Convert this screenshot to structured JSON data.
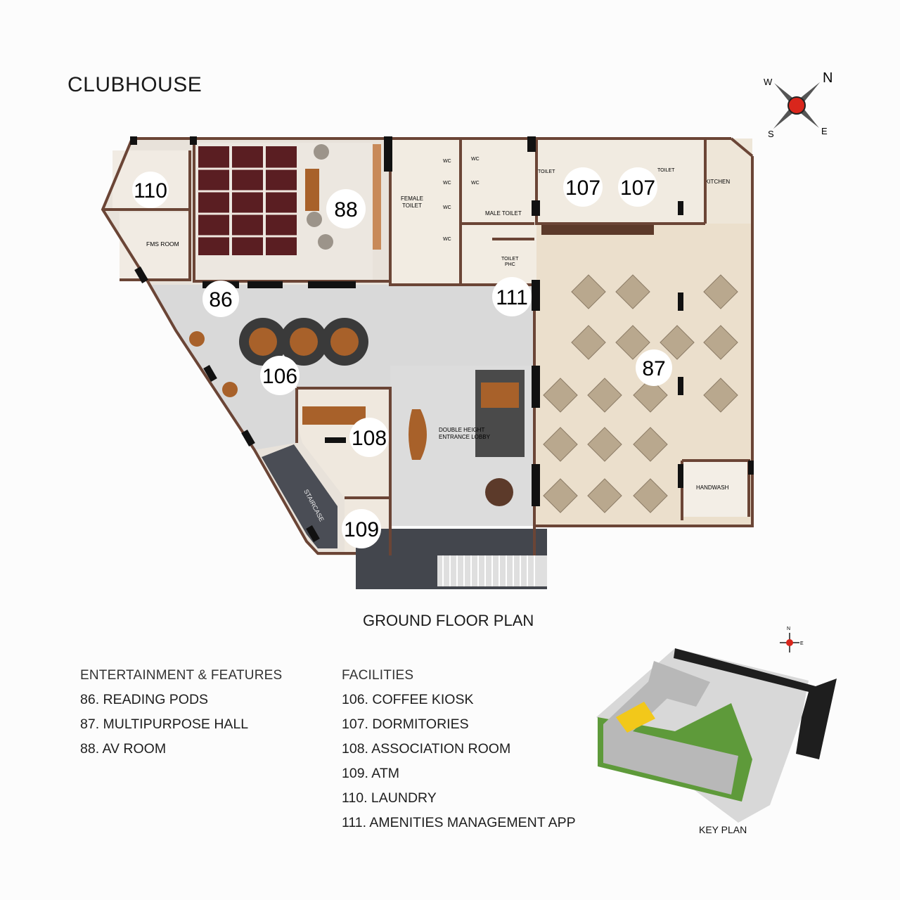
{
  "title": "CLUBHOUSE",
  "subtitle": "GROUND FLOOR PLAN",
  "compass": {
    "n": "N",
    "e": "E",
    "s": "S",
    "w": "W"
  },
  "room_labels": {
    "fms_room": "FMS ROOM",
    "female_toilet_1": "FEMALE",
    "female_toilet_2": "TOILET",
    "male_toilet": "MALE TOILET",
    "wc": "WC",
    "toilet": "TOILET",
    "toilet_phc_1": "TOILET",
    "toilet_phc_2": "PHC",
    "kitchen": "KITCHEN",
    "handwash": "HANDWASH",
    "lobby_1": "DOUBLE HEIGHT",
    "lobby_2": "ENTRANCE LOBBY",
    "staircase": "STAIRCASE"
  },
  "markers": {
    "m110": "110",
    "m88": "88",
    "m107a": "107",
    "m107b": "107",
    "m86": "86",
    "m111": "111",
    "m106": "106",
    "m87": "87",
    "m108": "108",
    "m109": "109"
  },
  "legend": {
    "entertainment": {
      "heading": "ENTERTAINMENT & FEATURES",
      "items": [
        "86. READING PODS",
        "87. MULTIPURPOSE HALL",
        "88. AV ROOM"
      ]
    },
    "facilities": {
      "heading": "FACILITIES",
      "items": [
        "106. COFFEE KIOSK",
        "107. DORMITORIES",
        "108. ASSOCIATION ROOM",
        "109.  ATM",
        "110. LAUNDRY",
        "111. AMENITIES MANAGEMENT APP"
      ]
    }
  },
  "key_plan": {
    "label": "KEY PLAN"
  },
  "colors": {
    "wall": "#6b4536",
    "wall_black": "#111111",
    "floor_beige": "#e9dcc8",
    "floor_marble": "#d6d6d6",
    "furniture_maroon": "#5a1e22",
    "table_wood": "#a8612a",
    "compass_red": "#d9261c",
    "keyplan_green": "#5e9a3a",
    "keyplan_yellow": "#f2c81a"
  }
}
